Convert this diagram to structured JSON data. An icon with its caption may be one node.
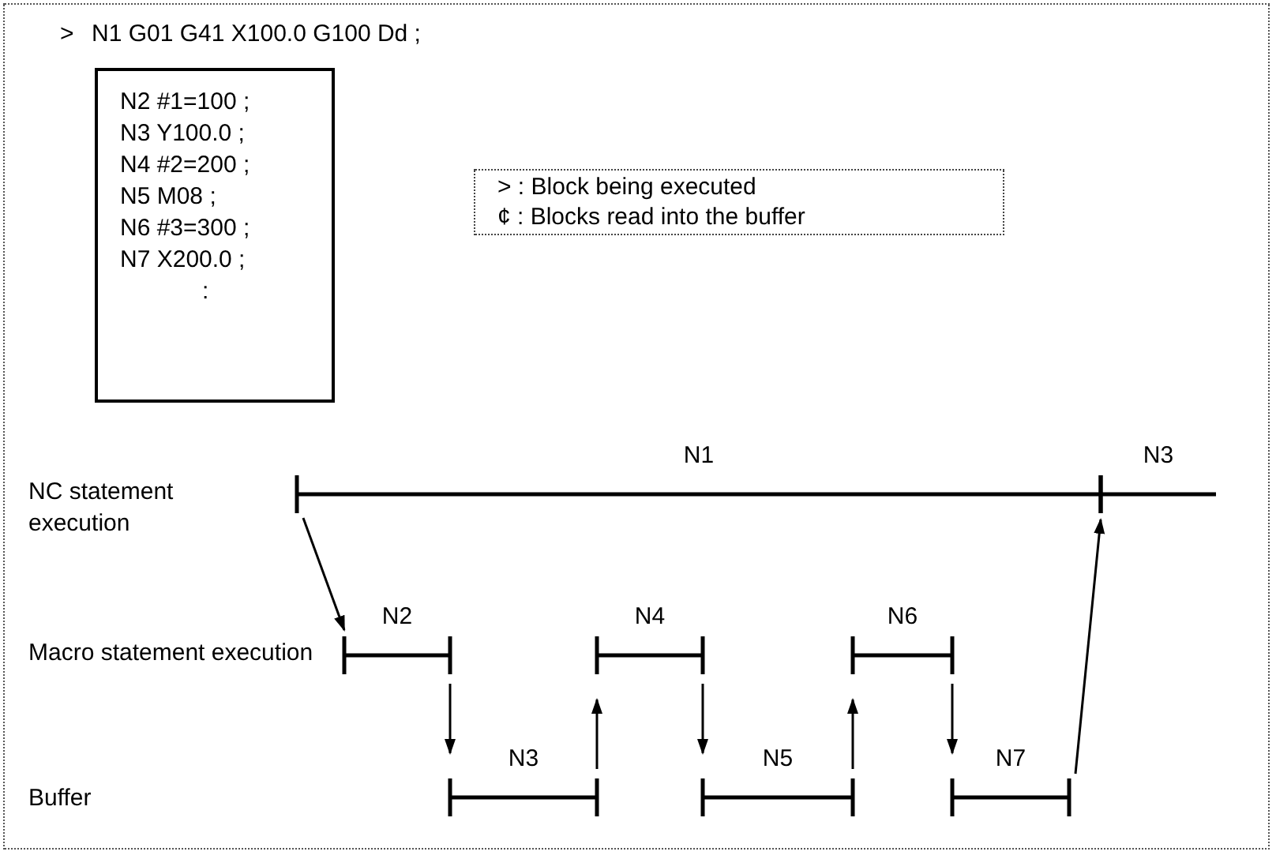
{
  "diagram": {
    "nodes": [
      {
        "text": [
          "N2 #1=100 ;",
          "N3 Y100.0 ;",
          "N4 #2=200 ;",
          "N5 M08 ;",
          "N6 #3=300 ;",
          "N7 X200.0 ;",
          ":"
        ]
      },
      {
        "text": [
          "> : Block being executed",
          "¢ : Blocks read into the buffer"
        ]
      },
      {
        "text": [
          "N1"
        ]
      },
      {
        "text": [
          "N3"
        ]
      },
      {
        "text": [
          "N2"
        ]
      },
      {
        "text": [
          "N4"
        ]
      },
      {
        "text": [
          "N6"
        ]
      },
      {
        "text": [
          "N3"
        ]
      },
      {
        "text": [
          "N5"
        ]
      },
      {
        "text": [
          "N7"
        ]
      }
    ],
    "edges": [
      {
        "from": 2,
        "to": 4,
        "arrow": "to"
      },
      {
        "from": 4,
        "to": 7,
        "arrow": "to"
      },
      {
        "from": 7,
        "to": 5,
        "arrow": "to"
      },
      {
        "from": 5,
        "to": 8,
        "arrow": "to"
      },
      {
        "from": 8,
        "to": 6,
        "arrow": "to"
      },
      {
        "from": 6,
        "to": 9,
        "arrow": "to"
      },
      {
        "from": 9,
        "to": 3,
        "arrow": "to"
      }
    ],
    "labels": [
      ">",
      "N1 G01 G41 X100.0 G100 Dd ;",
      "NC statement execution",
      "Macro statement execution",
      "Buffer"
    ]
  }
}
